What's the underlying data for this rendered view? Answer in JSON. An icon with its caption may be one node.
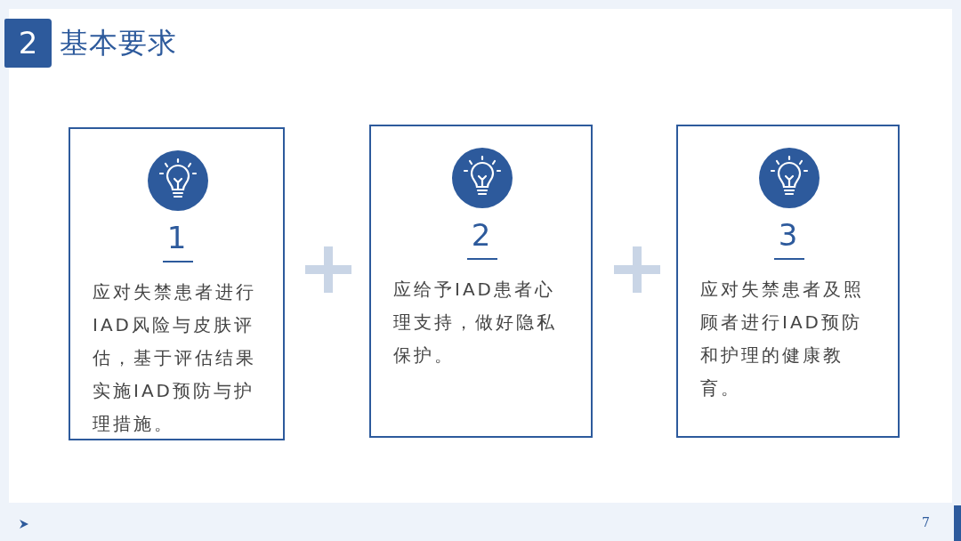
{
  "diagram": {
    "title": "基本要求",
    "nodes": [
      {
        "text": [
          "1",
          "应对失禁患者进行IAD风险与皮肤评估，基于评估结果实施IAD预防与护理措施。"
        ]
      },
      {
        "text": [
          "2",
          "应给予IAD患者心理支持，做好隐私保护。"
        ]
      },
      {
        "text": [
          "3",
          "应对失禁患者及照顾者进行IAD预防和护理的健康教育。"
        ]
      }
    ],
    "labels": [
      "2",
      "7"
    ]
  }
}
